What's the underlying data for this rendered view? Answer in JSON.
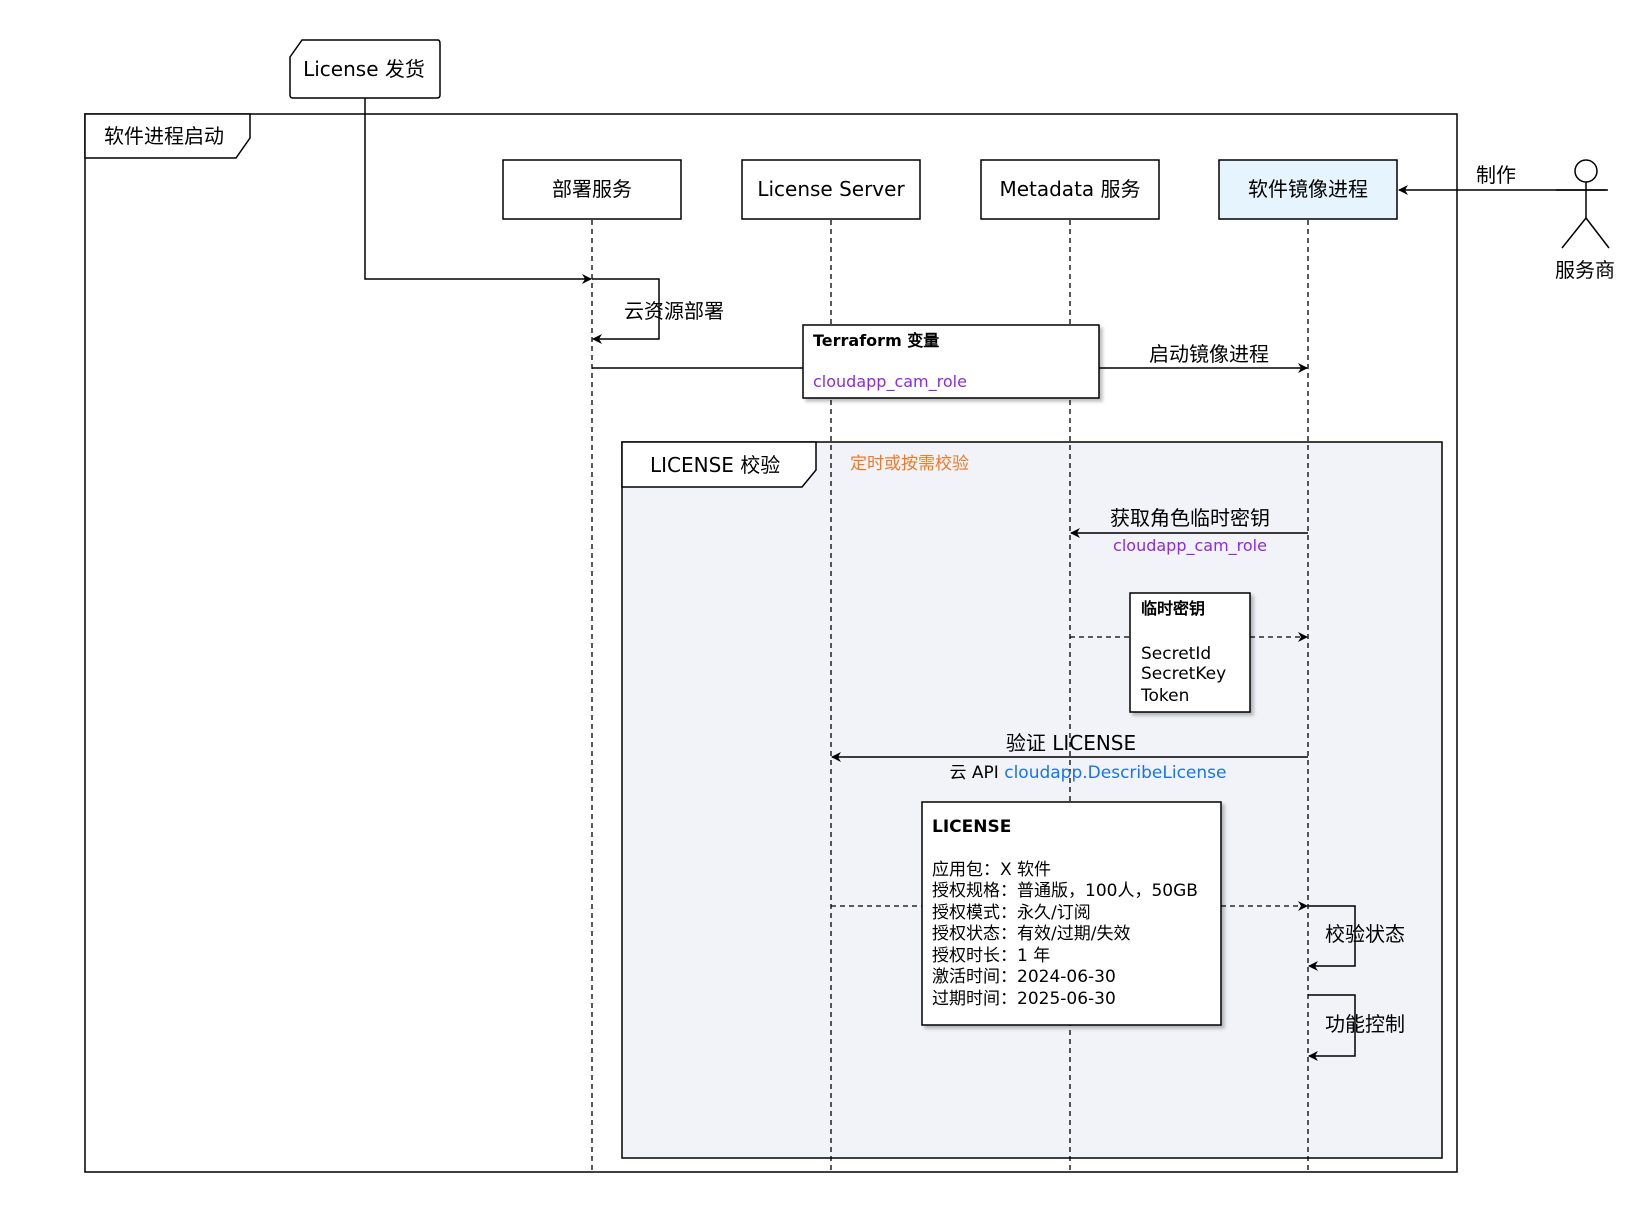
{
  "trigger": {
    "label": "License 发货"
  },
  "frame": {
    "title": "软件进程启动"
  },
  "participants": [
    {
      "id": "deploy",
      "label": "部署服务"
    },
    {
      "id": "license_server",
      "label": "License Server"
    },
    {
      "id": "metadata",
      "label": "Metadata 服务"
    },
    {
      "id": "image_process",
      "label": "软件镜像进程"
    }
  ],
  "actor": {
    "label": "服务商",
    "message": "制作"
  },
  "messages": {
    "cloud_deploy": "云资源部署",
    "start_image": "启动镜像进程",
    "get_role_key": "获取角色临时密钥",
    "get_role_key_param": "cloudapp_cam_role",
    "verify_license": "验证 LICENSE",
    "verify_api_prefix": "云 API ",
    "verify_api_name": "cloudapp.DescribeLicense",
    "check_status": "校验状态",
    "feature_control": "功能控制"
  },
  "terraform_box": {
    "title": "Terraform 变量",
    "value": "cloudapp_cam_role"
  },
  "loop_frame": {
    "title": "LICENSE 校验",
    "condition": "定时或按需校验"
  },
  "temp_key_box": {
    "title": "临时密钥",
    "lines": [
      "SecretId",
      "SecretKey",
      "Token"
    ]
  },
  "license_box": {
    "title": "LICENSE",
    "lines": [
      "应用包：X 软件",
      "授权规格：普通版，100人，50GB",
      "授权模式：永久/订阅",
      "授权状态：有效/过期/失效",
      "授权时长：1 年",
      "激活时间：2024-06-30",
      "过期时间：2025-06-30"
    ]
  },
  "colors": {
    "purple_text": "#8a2be2",
    "orange_text": "#f07a28",
    "blue_text": "#1a73e8",
    "highlight_fill": "#e6f4fd",
    "loop_fill": "#f1f3f8"
  }
}
